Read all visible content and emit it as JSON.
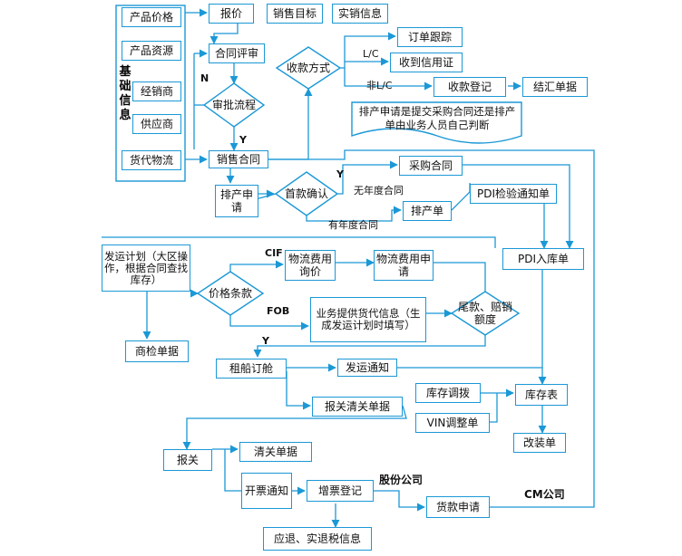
{
  "colors": {
    "line": "#1b98d6",
    "text": "#111111"
  },
  "basic_info": {
    "title": "基础信息",
    "items": [
      "产品价格",
      "产品资源",
      "经销商",
      "供应商",
      "货代物流"
    ]
  },
  "nodes": {
    "quote": "报价",
    "sales_target": "销售目标",
    "actual_sales": "实销信息",
    "contract_review": "合同评审",
    "approval_flow": "审批流程",
    "payment_method": "收款方式",
    "order_tracking": "订单跟踪",
    "lc_received": "收到信用证",
    "payment_reg": "收款登记",
    "settlement_docs": "结汇单据",
    "sales_contract": "销售合同",
    "schedule_order": "排产申请",
    "first_payment": "首款确认",
    "purchase_contract": "采购合同",
    "production_order": "排产单",
    "pdi_notice": "PDI检验通知单",
    "pdi_inbound": "PDI入库单",
    "shipping_plan": "发运计划（大区操作，根据合同查找库存）",
    "price_terms": "价格条款",
    "logistics_inquiry": "物流费用询价",
    "logistics_apply": "物流费用申请",
    "forwarder_info": "业务提供货代信息（生成发运计划时填写）",
    "balance_claim": "尾款、赔销额度",
    "commodity_inspection": "商检单据",
    "ship_booking": "租船订舱",
    "shipping_notice": "发运通知",
    "inventory_transfer": "库存调拨",
    "inventory_table": "库存表",
    "vin_adjust": "VIN调整单",
    "customs_docs": "报关清关单据",
    "refit_order": "改装单",
    "customs": "报关",
    "clearance_docs": "清关单据",
    "invoice_notice": "开票通知",
    "vat_invoice_reg": "增票登记",
    "payment_apply": "货款申请",
    "tax_refund": "应退、实退税信息"
  },
  "labels": {
    "n": "N",
    "y1": "Y",
    "y2": "Y",
    "y3": "Y",
    "lc": "L/C",
    "non_lc": "非L/C",
    "no_annual": "无年度合同",
    "has_annual": "有年度合同",
    "cif": "CIF",
    "fob": "FOB",
    "company_gufen": "股份公司",
    "company_cm": "CM公司"
  },
  "note": "排产申请是提交采购合同还是排产单由业务人员自己判断"
}
